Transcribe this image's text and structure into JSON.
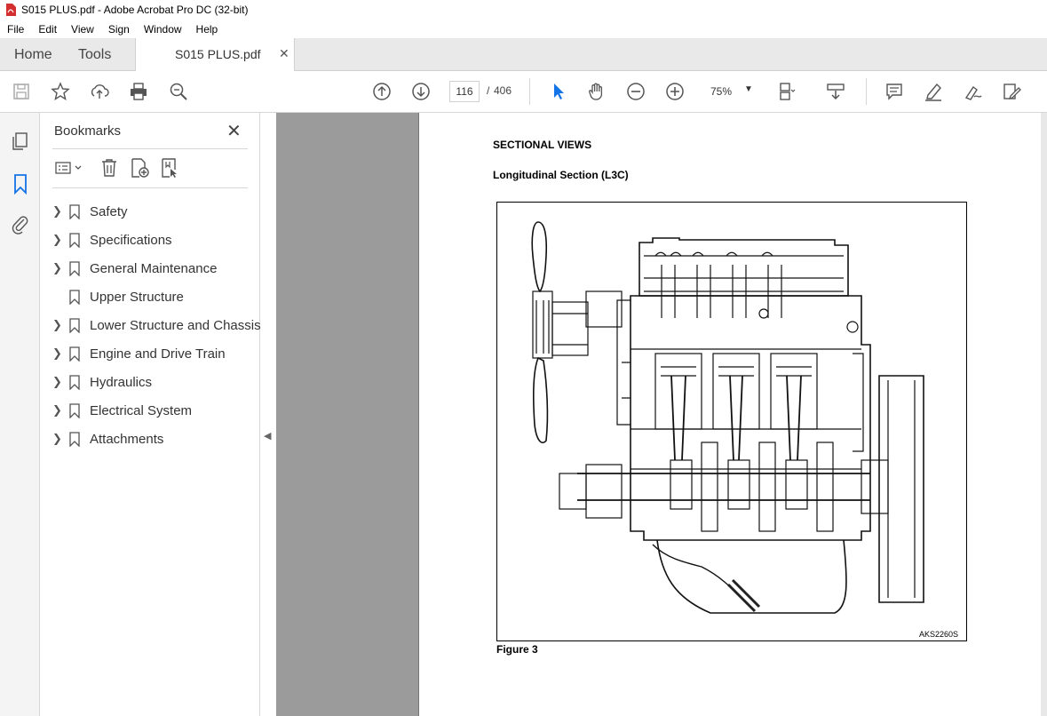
{
  "window": {
    "title": "S015 PLUS.pdf - Adobe Acrobat Pro DC (32-bit)"
  },
  "menu": [
    "File",
    "Edit",
    "View",
    "Sign",
    "Window",
    "Help"
  ],
  "tabs": {
    "home": "Home",
    "tools": "Tools",
    "document": "S015 PLUS.pdf"
  },
  "toolbar": {
    "current_page": "116",
    "page_separator": "/",
    "total_pages": "406",
    "zoom": "75%",
    "icons": [
      "save-icon",
      "bookmark-star-icon",
      "upload-icon",
      "print-icon",
      "zoom-search-icon",
      "page-up-icon",
      "page-down-icon",
      "select-cursor-icon",
      "hand-icon",
      "zoom-out-icon",
      "zoom-in-icon",
      "page-fit-icon",
      "scroll-mode-icon",
      "comment-icon",
      "highlight-icon",
      "sign-icon",
      "edit-icon"
    ]
  },
  "left_rail": [
    "page-thumbnails-icon",
    "bookmarks-icon",
    "attachments-icon"
  ],
  "bookmarks": {
    "title": "Bookmarks",
    "items": [
      {
        "label": "Safety",
        "expandable": true
      },
      {
        "label": "Specifications",
        "expandable": true
      },
      {
        "label": "General Maintenance",
        "expandable": true
      },
      {
        "label": "Upper Structure",
        "expandable": false
      },
      {
        "label": "Lower Structure and Chassis",
        "expandable": true
      },
      {
        "label": "Engine and Drive Train",
        "expandable": true
      },
      {
        "label": "Hydraulics",
        "expandable": true
      },
      {
        "label": "Electrical System",
        "expandable": true
      },
      {
        "label": "Attachments",
        "expandable": true
      }
    ]
  },
  "document": {
    "heading": "SECTIONAL VIEWS",
    "subheading": "Longitudinal Section (L3C)",
    "figure_id": "AKS2260S",
    "caption": "Figure 3"
  },
  "colors": {
    "accent": "#1473e6",
    "icon": "#555555",
    "doc_background": "#9b9b9b"
  }
}
